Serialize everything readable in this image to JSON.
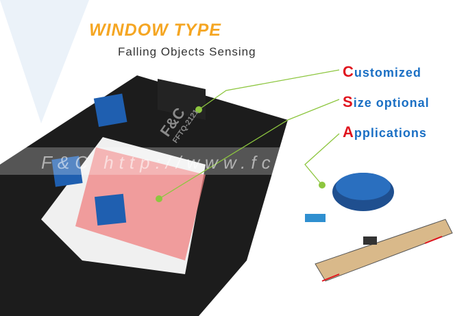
{
  "header": {
    "title": "WINDOW TYPE",
    "subtitle": "Falling Objects Sensing"
  },
  "features": [
    {
      "cap": "C",
      "rest": "ustomized"
    },
    {
      "cap": "S",
      "rest": "ize optional"
    },
    {
      "cap": "A",
      "rest": "pplications"
    }
  ],
  "product": {
    "brand": "F&C",
    "model": "FFTQ-2121"
  },
  "watermark": "F&C http://www.fctaiwan.com",
  "colors": {
    "accent": "#f5a623",
    "feature": "#1a6fc4",
    "capital": "#e0141e",
    "leader": "#8dc63f"
  }
}
